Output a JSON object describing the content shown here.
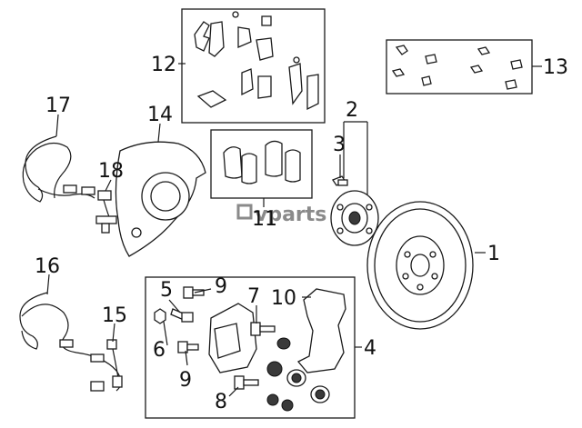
{
  "callouts": {
    "c1": "1",
    "c2": "2",
    "c3": "3",
    "c4": "4",
    "c5": "5",
    "c6": "6",
    "c7": "7",
    "c8": "8",
    "c9a": "9",
    "c9b": "9",
    "c10": "10",
    "c11": "11",
    "c12": "12",
    "c13": "13",
    "c14": "14",
    "c15": "15",
    "c16": "16",
    "c17": "17",
    "c18": "18"
  },
  "watermark": {
    "text": "vparts"
  },
  "parts": {
    "p1": "brake-rotor",
    "p2": "hub-assembly",
    "p3": "hub-bolt",
    "p4": "caliper-assembly-kit",
    "p5": "bleeder-screw",
    "p6": "bleeder-cap",
    "p7": "guide-pin",
    "p8": "guide-pin-boot",
    "p9": "caliper-bolt",
    "p10": "caliper-bracket",
    "p11": "brake-pads",
    "p12": "pad-hardware-kit",
    "p13": "clip-kit",
    "p14": "splash-shield",
    "p15": "brake-hose",
    "p16": "abs-sensor-harness",
    "p17": "abs-sensor-harness-upper",
    "p18": "abs-wheel-speed-sensor"
  }
}
